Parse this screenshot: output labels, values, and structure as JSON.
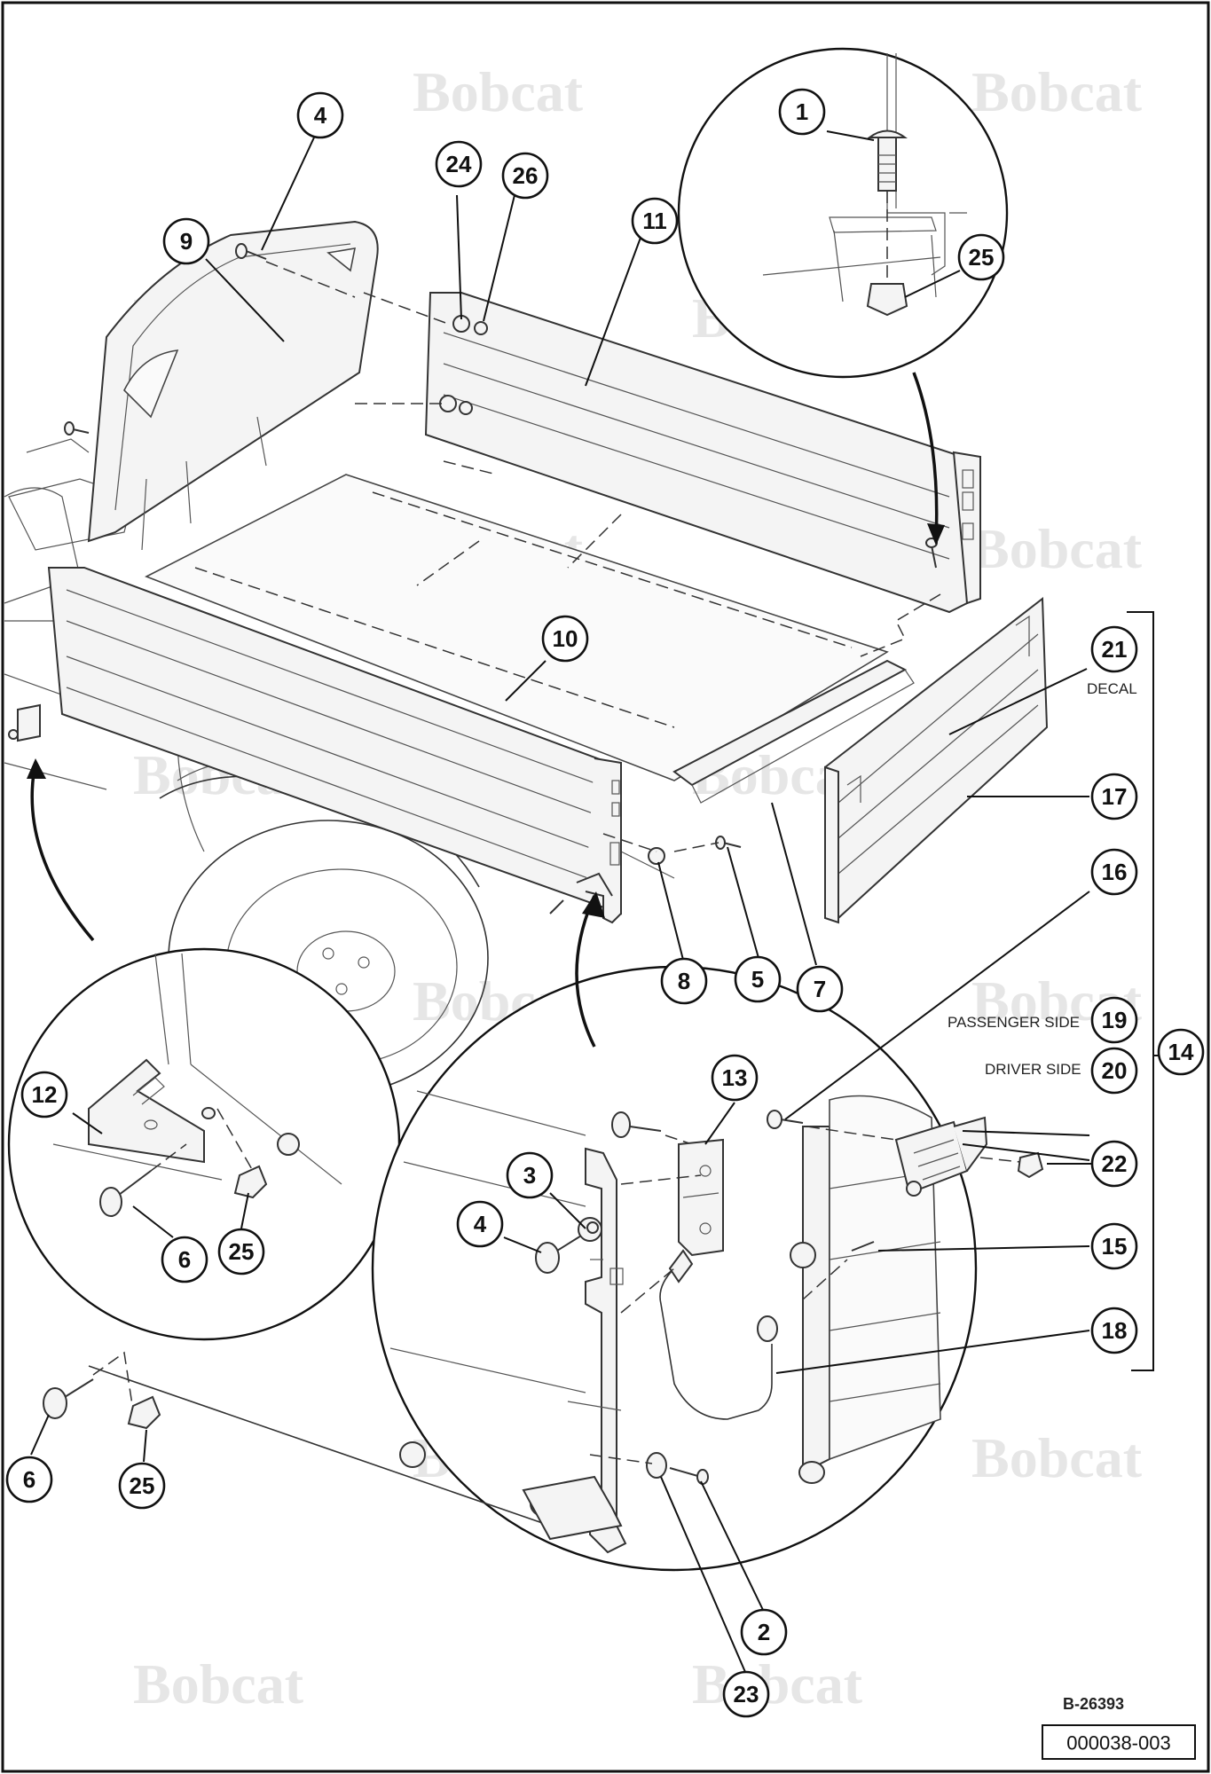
{
  "watermark": {
    "text": "Bobcat"
  },
  "figure_number": "B-26393",
  "document_number": "000038-003",
  "labels": {
    "decal": "DECAL",
    "passenger_side": "PASSENGER SIDE",
    "driver_side": "DRIVER SIDE"
  },
  "callouts": {
    "c1": "1",
    "c2": "2",
    "c3": "3",
    "c4a": "4",
    "c4b": "4",
    "c5": "5",
    "c6a": "6",
    "c6b": "6",
    "c7": "7",
    "c8": "8",
    "c9": "9",
    "c10": "10",
    "c11": "11",
    "c12": "12",
    "c13": "13",
    "c14": "14",
    "c15": "15",
    "c16": "16",
    "c17": "17",
    "c18": "18",
    "c19": "19",
    "c20": "20",
    "c21": "21",
    "c22": "22",
    "c23": "23",
    "c24": "24",
    "c25a": "25",
    "c25b": "25",
    "c25c": "25",
    "c26": "26"
  }
}
